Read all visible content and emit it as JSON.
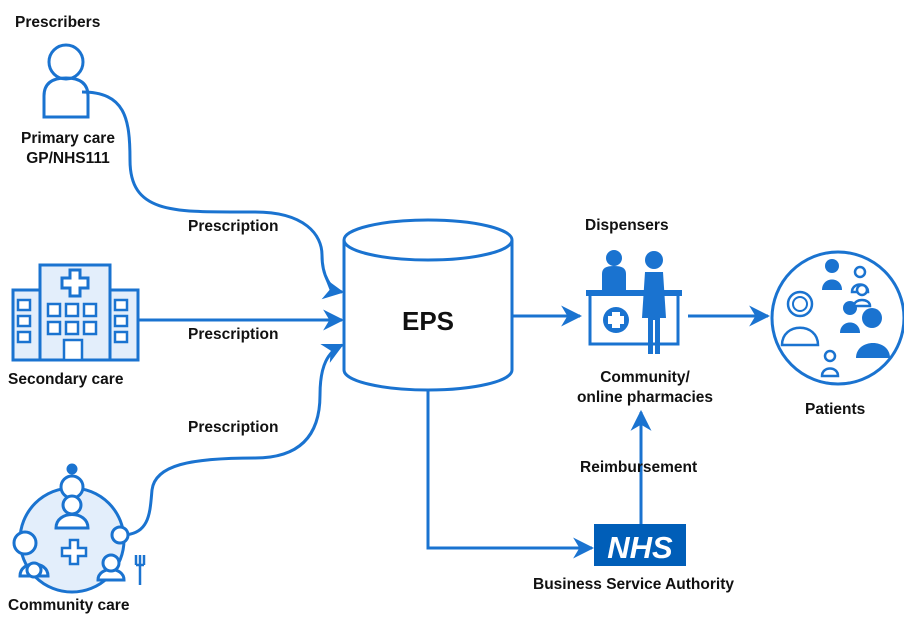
{
  "colors": {
    "primary": "#1a73d0",
    "light_fill": "#e3eefb",
    "text": "#111111",
    "nhs_blue": "#005eb8"
  },
  "labels": {
    "prescribers": "Prescribers",
    "primary_care_line1": "Primary care",
    "primary_care_line2": "GP/NHS111",
    "secondary_care": "Secondary care",
    "community_care": "Community care",
    "prescription_1": "Prescription",
    "prescription_2": "Prescription",
    "prescription_3": "Prescription",
    "eps": "EPS",
    "dispensers": "Dispensers",
    "pharmacies_line1": "Community/",
    "pharmacies_line2": "online pharmacies",
    "patients": "Patients",
    "reimbursement": "Reimbursement",
    "nhs_logo": "NHS",
    "business_service_authority": "Business Service Authority"
  },
  "icons": {
    "prescriber": "person-outline-icon",
    "hospital": "hospital-building-icon",
    "community": "community-care-circle-icon",
    "database": "database-cylinder-icon",
    "pharmacy": "pharmacy-counter-icon",
    "patients": "patients-group-icon",
    "nhs": "nhs-logo"
  }
}
